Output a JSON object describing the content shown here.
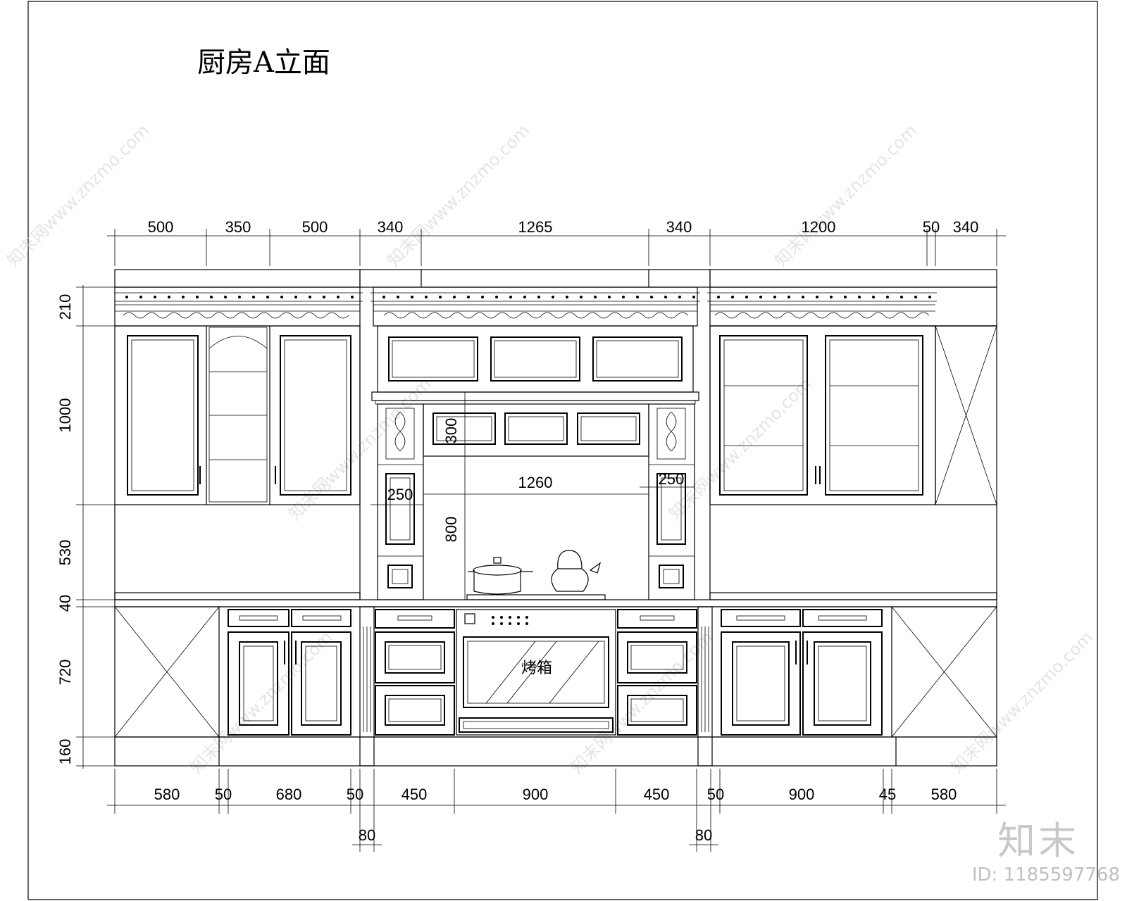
{
  "title": "厨房A立面",
  "oven_label": "烤箱",
  "top_dims": [
    "500",
    "350",
    "500",
    "340",
    "1265",
    "340",
    "1200",
    "50",
    "340"
  ],
  "bottom_dims": [
    "580",
    "50",
    "680",
    "50",
    "450",
    "900",
    "450",
    "50",
    "900",
    "45",
    "580"
  ],
  "sub_dims": [
    "80",
    "80"
  ],
  "left_dims": [
    "210",
    "1000",
    "530",
    "40",
    "720",
    "160"
  ],
  "inner_dims": {
    "hood_h": "300",
    "opening_h": "800",
    "opening_w": "1260",
    "left_col": "250",
    "right_col": "250"
  },
  "watermark_text": "知末网www.znzmo.com",
  "brand": "知末",
  "doc_id": "ID: 1185597768"
}
